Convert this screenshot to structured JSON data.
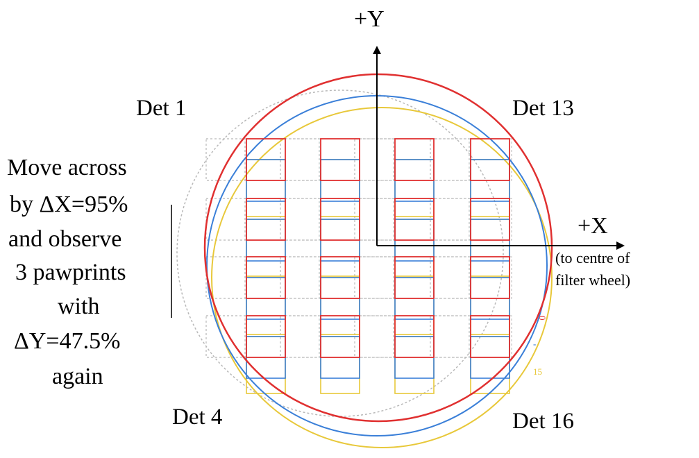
{
  "axes": {
    "y_label": "+Y",
    "x_label": "+X",
    "x_note_line1": "(to centre of",
    "x_note_line2": "filter wheel)"
  },
  "detectors": {
    "top_left": "Det 1",
    "top_right": "Det 13",
    "bottom_left": "Det 4",
    "bottom_right": "Det 16"
  },
  "instruction": {
    "lines": [
      "Move across",
      "by ΔX=95%",
      "and observe",
      "3 pawprints",
      "with",
      "ΔY=47.5%",
      "again"
    ]
  },
  "side_marks": {
    "red": "0",
    "blue": "-",
    "yellow": "15"
  },
  "colors": {
    "gray": "#b8b8b8",
    "red": "#e03030",
    "blue": "#3a7fd8",
    "yellow": "#e8c83a",
    "axis": "#000000"
  }
}
